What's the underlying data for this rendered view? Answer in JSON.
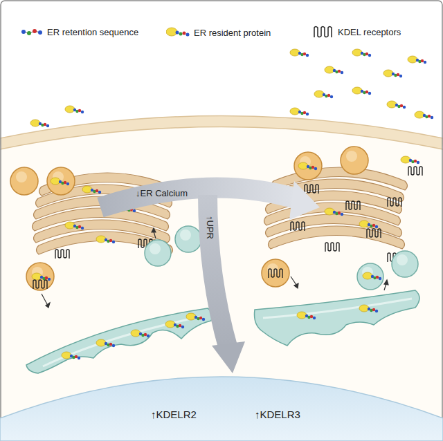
{
  "diagram": {
    "nodes": [
      {
        "text": [
          "↑KDELR2",
          "↑KDELR3"
        ]
      }
    ],
    "labels": [
      "↓ER Calcium",
      "↑UPR"
    ],
    "legend": [
      {
        "text": "ER retention sequence"
      },
      {
        "text": "ER resident protein"
      },
      {
        "text": "KDEL receptors"
      }
    ]
  }
}
